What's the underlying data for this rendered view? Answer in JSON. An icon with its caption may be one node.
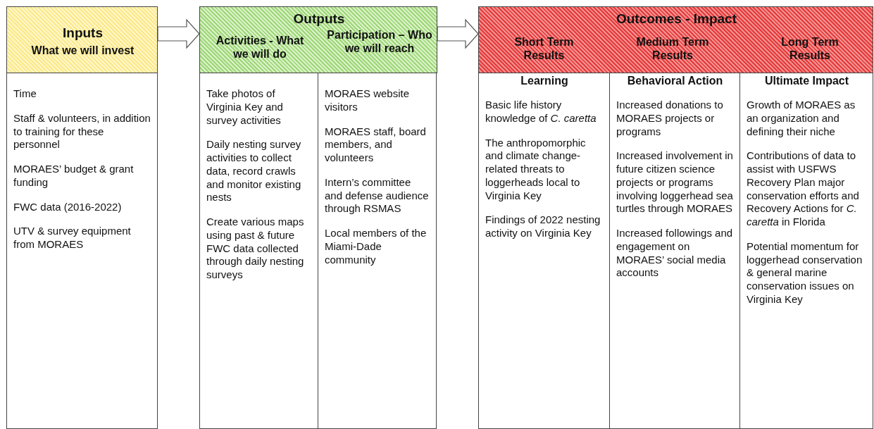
{
  "diagram": {
    "nodes": [
      {
        "text": [
          "Inputs",
          "What we will invest"
        ]
      },
      {
        "text": [
          "Time",
          "Staff & volunteers, in addition to training for these personnel",
          "MORAES’ budget & grant funding",
          "FWC data (2016-2022)",
          "UTV & survey equipment from MORAES"
        ]
      },
      {
        "text": [
          "Outputs",
          "Activities - What we will do",
          "Participation – Who we will reach"
        ]
      },
      {
        "text": [
          "Take photos of Virginia Key and survey activities",
          "Daily nesting survey activities to collect data, record crawls and monitor existing nests",
          "Create various maps using past & future FWC data collected through daily nesting surveys"
        ]
      },
      {
        "text": [
          "MORAES website visitors",
          "MORAES staff, board members, and volunteers",
          "Intern’s committee and defense audience through RSMAS",
          "Local members of the Miami-Dade community"
        ]
      },
      {
        "text": [
          "Outcomes - Impact",
          "Short Term Results",
          "Medium Term Results",
          "Long Term Results"
        ]
      },
      {
        "text": [
          "Learning",
          "Basic life history knowledge of *C. caretta*",
          "The anthropomorphic and climate change-related threats to loggerheads local to Virginia Key",
          "Findings of 2022 nesting activity on Virginia Key"
        ]
      },
      {
        "text": [
          "Behavioral Action",
          "Increased donations to MORAES projects or programs",
          "Increased involvement in future citizen science projects or programs involving loggerhead sea turtles through MORAES",
          "Increased followings and engagement on MORAES’ social media accounts"
        ]
      },
      {
        "text": [
          "Ultimate Impact",
          "Growth of MORAES as an organization and defining their niche",
          "Contributions of data to assist with USFWS Recovery Plan major conservation efforts and Recovery Actions for *C. caretta* in Florida",
          "Potential momentum for loggerhead conservation & general marine conservation issues on Virginia Key"
        ]
      }
    ],
    "edges": [
      {
        "from": 0,
        "to": 2,
        "arrow": "to"
      },
      {
        "from": 2,
        "to": 5,
        "arrow": "to"
      }
    ]
  }
}
